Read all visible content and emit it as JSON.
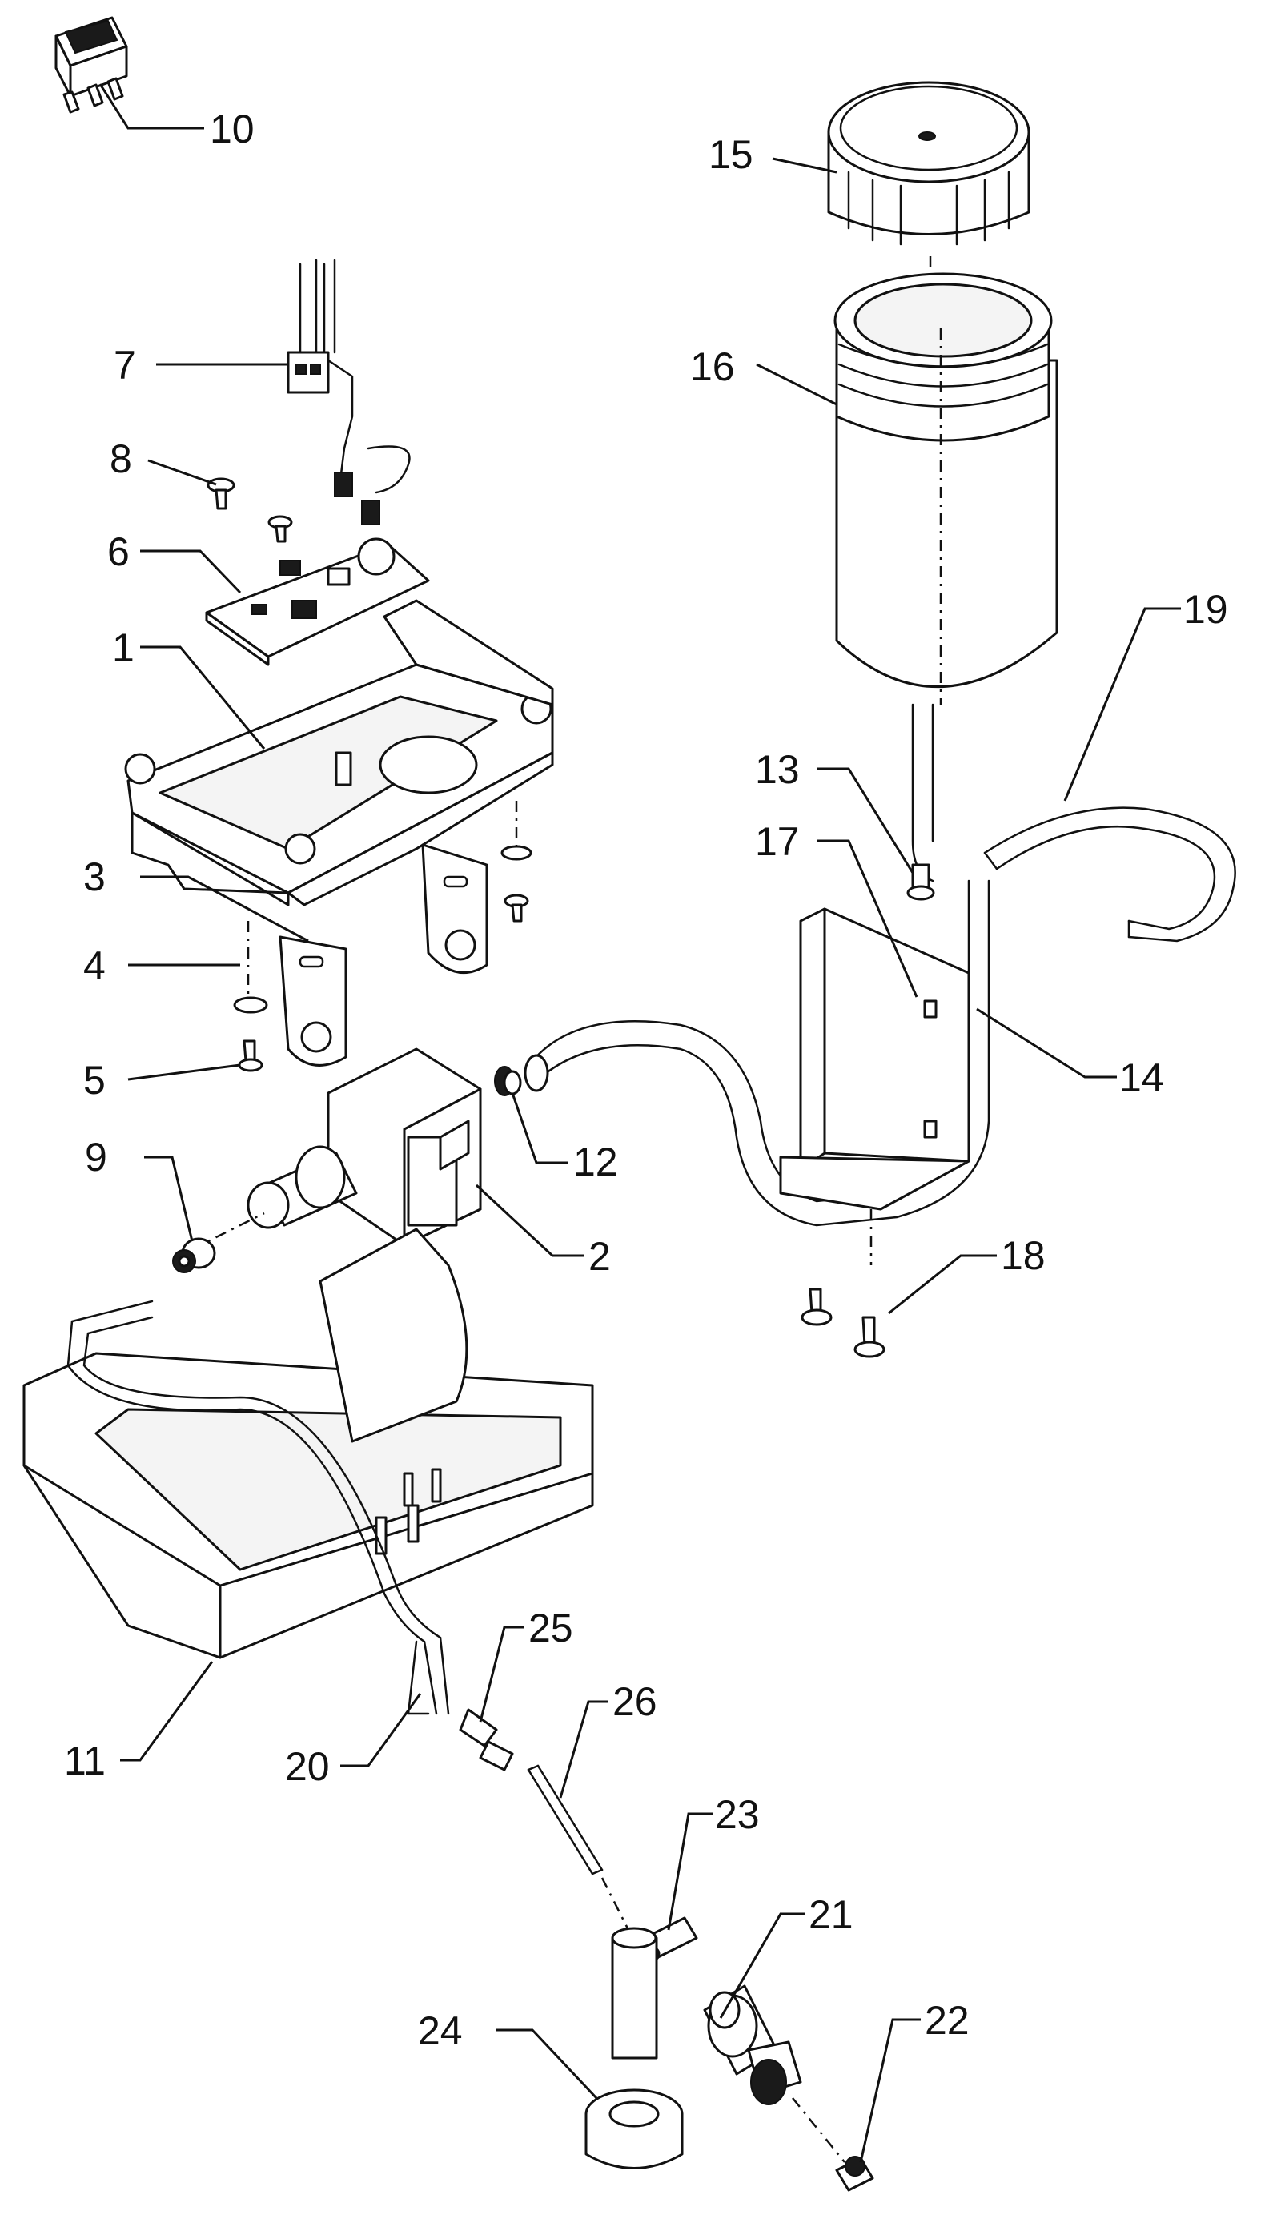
{
  "callouts": [
    {
      "id": "10",
      "label": "10"
    },
    {
      "id": "15",
      "label": "15"
    },
    {
      "id": "7",
      "label": "7"
    },
    {
      "id": "16",
      "label": "16"
    },
    {
      "id": "8",
      "label": "8"
    },
    {
      "id": "6",
      "label": "6"
    },
    {
      "id": "1",
      "label": "1"
    },
    {
      "id": "19",
      "label": "19"
    },
    {
      "id": "13",
      "label": "13"
    },
    {
      "id": "17",
      "label": "17"
    },
    {
      "id": "3",
      "label": "3"
    },
    {
      "id": "4",
      "label": "4"
    },
    {
      "id": "5",
      "label": "5"
    },
    {
      "id": "14",
      "label": "14"
    },
    {
      "id": "9",
      "label": "9"
    },
    {
      "id": "12",
      "label": "12"
    },
    {
      "id": "2",
      "label": "2"
    },
    {
      "id": "18",
      "label": "18"
    },
    {
      "id": "25",
      "label": "25"
    },
    {
      "id": "26",
      "label": "26"
    },
    {
      "id": "11",
      "label": "11"
    },
    {
      "id": "20",
      "label": "20"
    },
    {
      "id": "23",
      "label": "23"
    },
    {
      "id": "21",
      "label": "21"
    },
    {
      "id": "24",
      "label": "24"
    },
    {
      "id": "22",
      "label": "22"
    }
  ]
}
